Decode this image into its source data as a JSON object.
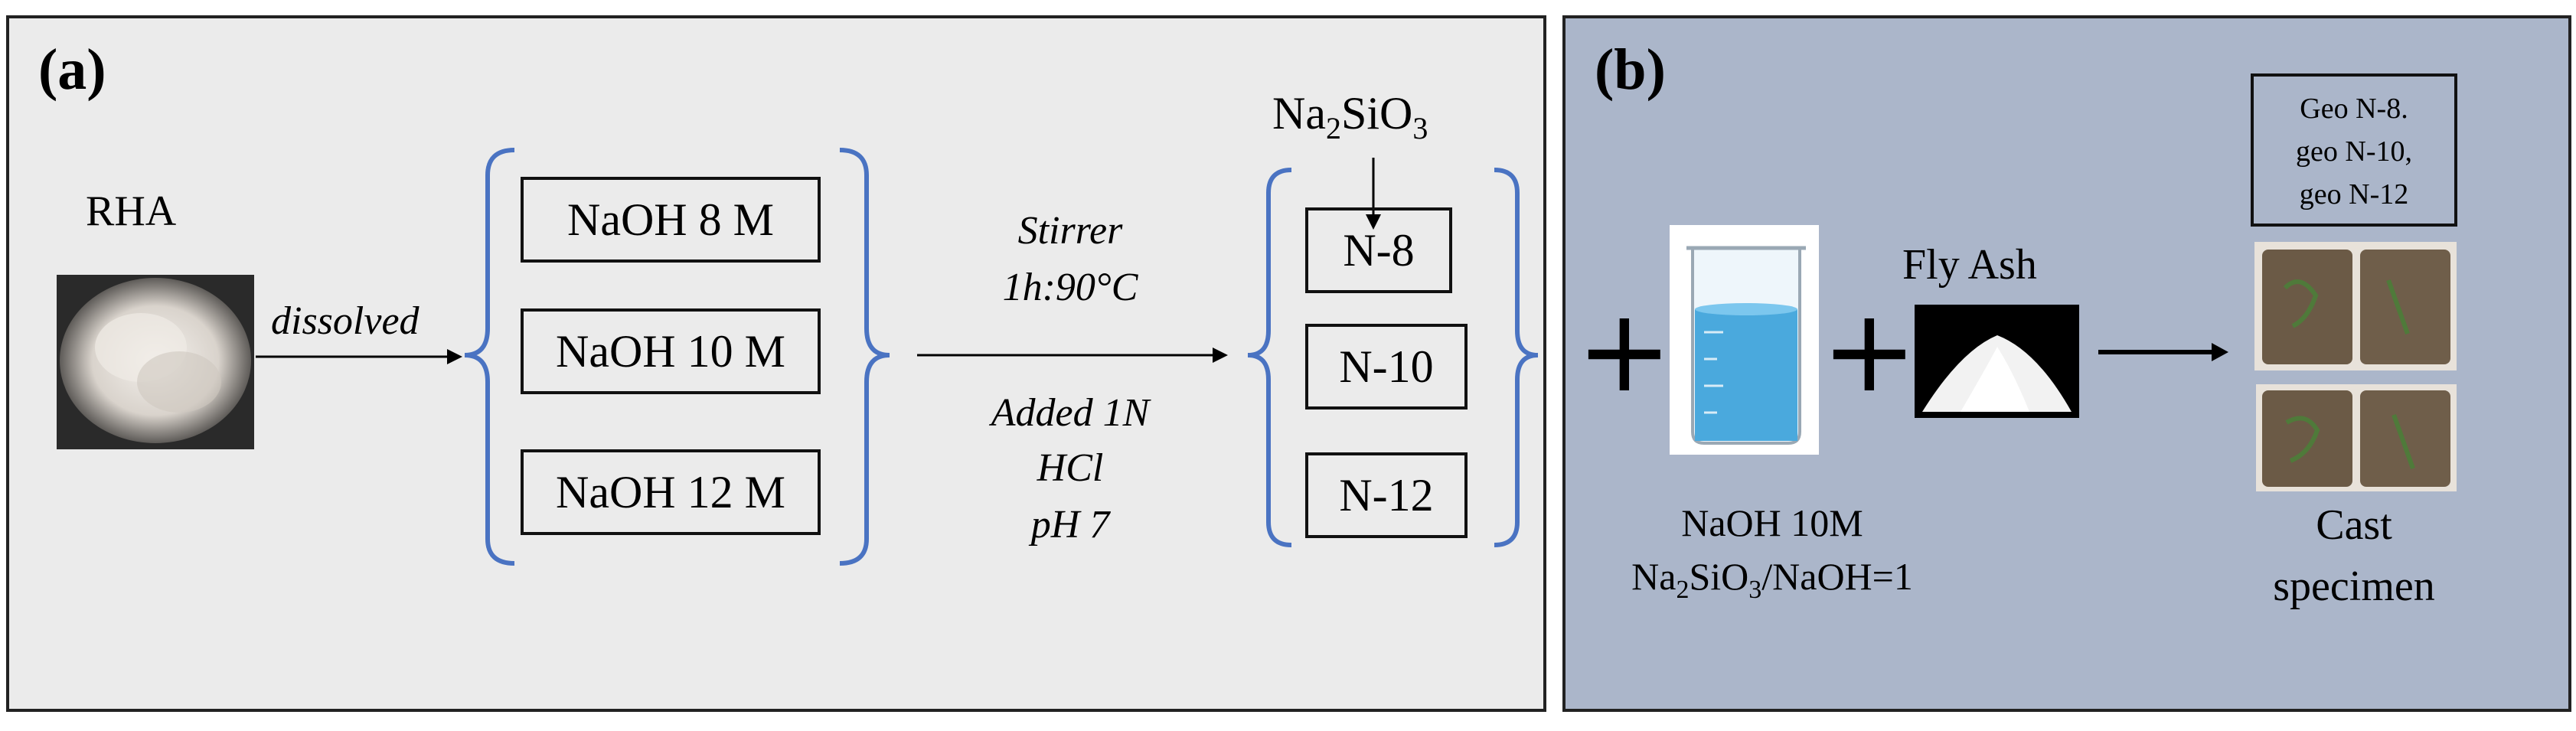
{
  "panel_a": {
    "label": "(a)",
    "rha_label": "RHA",
    "dissolved": "dissolved",
    "naoh_boxes": [
      "NaOH 8 M",
      "NaOH 10 M",
      "NaOH 12 M"
    ],
    "process_top": [
      "Stirrer",
      "1h:90°C"
    ],
    "process_bottom": [
      "Added 1N",
      "HCl",
      "pH 7"
    ],
    "silicate": {
      "base": "Na",
      "sub1": "2",
      "mid": "SiO",
      "sub2": "3"
    },
    "n_boxes": [
      "N-8",
      "N-10",
      "N-12"
    ]
  },
  "panel_b": {
    "label": "(b)",
    "plus": "+",
    "fly_ash": "Fly Ash",
    "solution_line1": "NaOH 10M",
    "solution_line2": {
      "base": "Na",
      "sub1": "2",
      "mid": "SiO",
      "sub2": "3",
      "tail": "/NaOH=1"
    },
    "geo_box": [
      "Geo N-8.",
      "geo N-10,",
      "geo N-12"
    ],
    "cast": [
      "Cast",
      "specimen"
    ]
  },
  "colors": {
    "panel_a_bg": "#ebebeb",
    "panel_b_bg": "#abb6ca",
    "brace": "#4a73c2",
    "beaker_liquid": "#4aa9dd"
  }
}
